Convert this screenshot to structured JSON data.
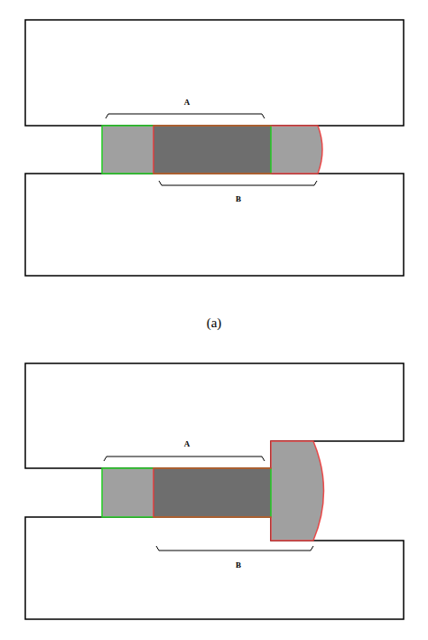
{
  "diagram": {
    "labels": [
      "A",
      "B",
      "(a)",
      "A",
      "B"
    ]
  }
}
